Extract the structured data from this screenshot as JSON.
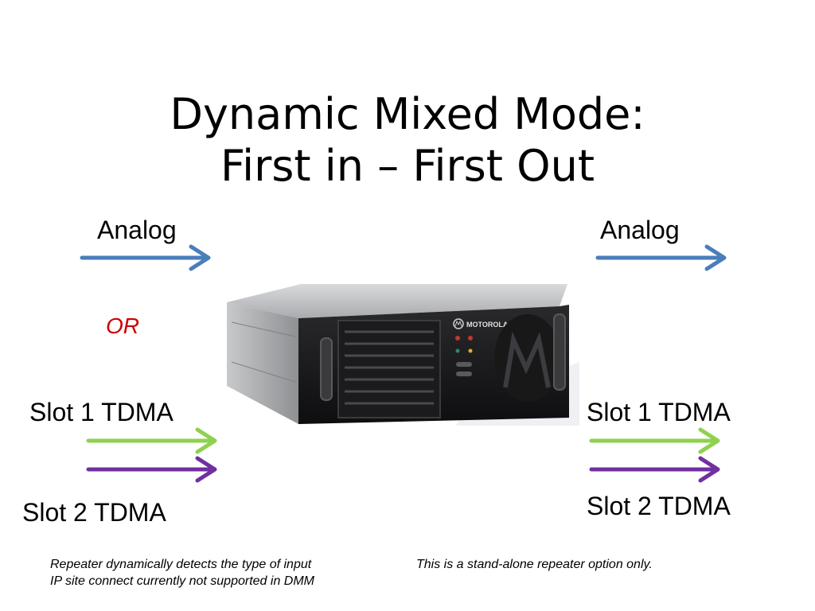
{
  "title": {
    "line1": "Dynamic Mixed Mode:",
    "line2": "First in – First Out"
  },
  "left": {
    "analog_label": "Analog",
    "or_label": "OR",
    "slot1_label": "Slot 1 TDMA",
    "slot2_label": "Slot 2 TDMA"
  },
  "right": {
    "analog_label": "Analog",
    "slot1_label": "Slot 1 TDMA",
    "slot2_label": "Slot 2 TDMA"
  },
  "device": {
    "brand": "MOTOROLA"
  },
  "notes": {
    "line1": "Repeater dynamically detects the type of input",
    "line2": "IP site connect  currently not supported in DMM",
    "right": "This is a stand-alone repeater option only."
  },
  "colors": {
    "analog_arrow": "#4a7ebb",
    "slot1_arrow": "#8fd14f",
    "slot2_arrow": "#7030a0",
    "or_text": "#cc0000"
  },
  "icons": [
    "arrow-right-icon",
    "motorola-logo-icon",
    "repeater-device-image"
  ]
}
